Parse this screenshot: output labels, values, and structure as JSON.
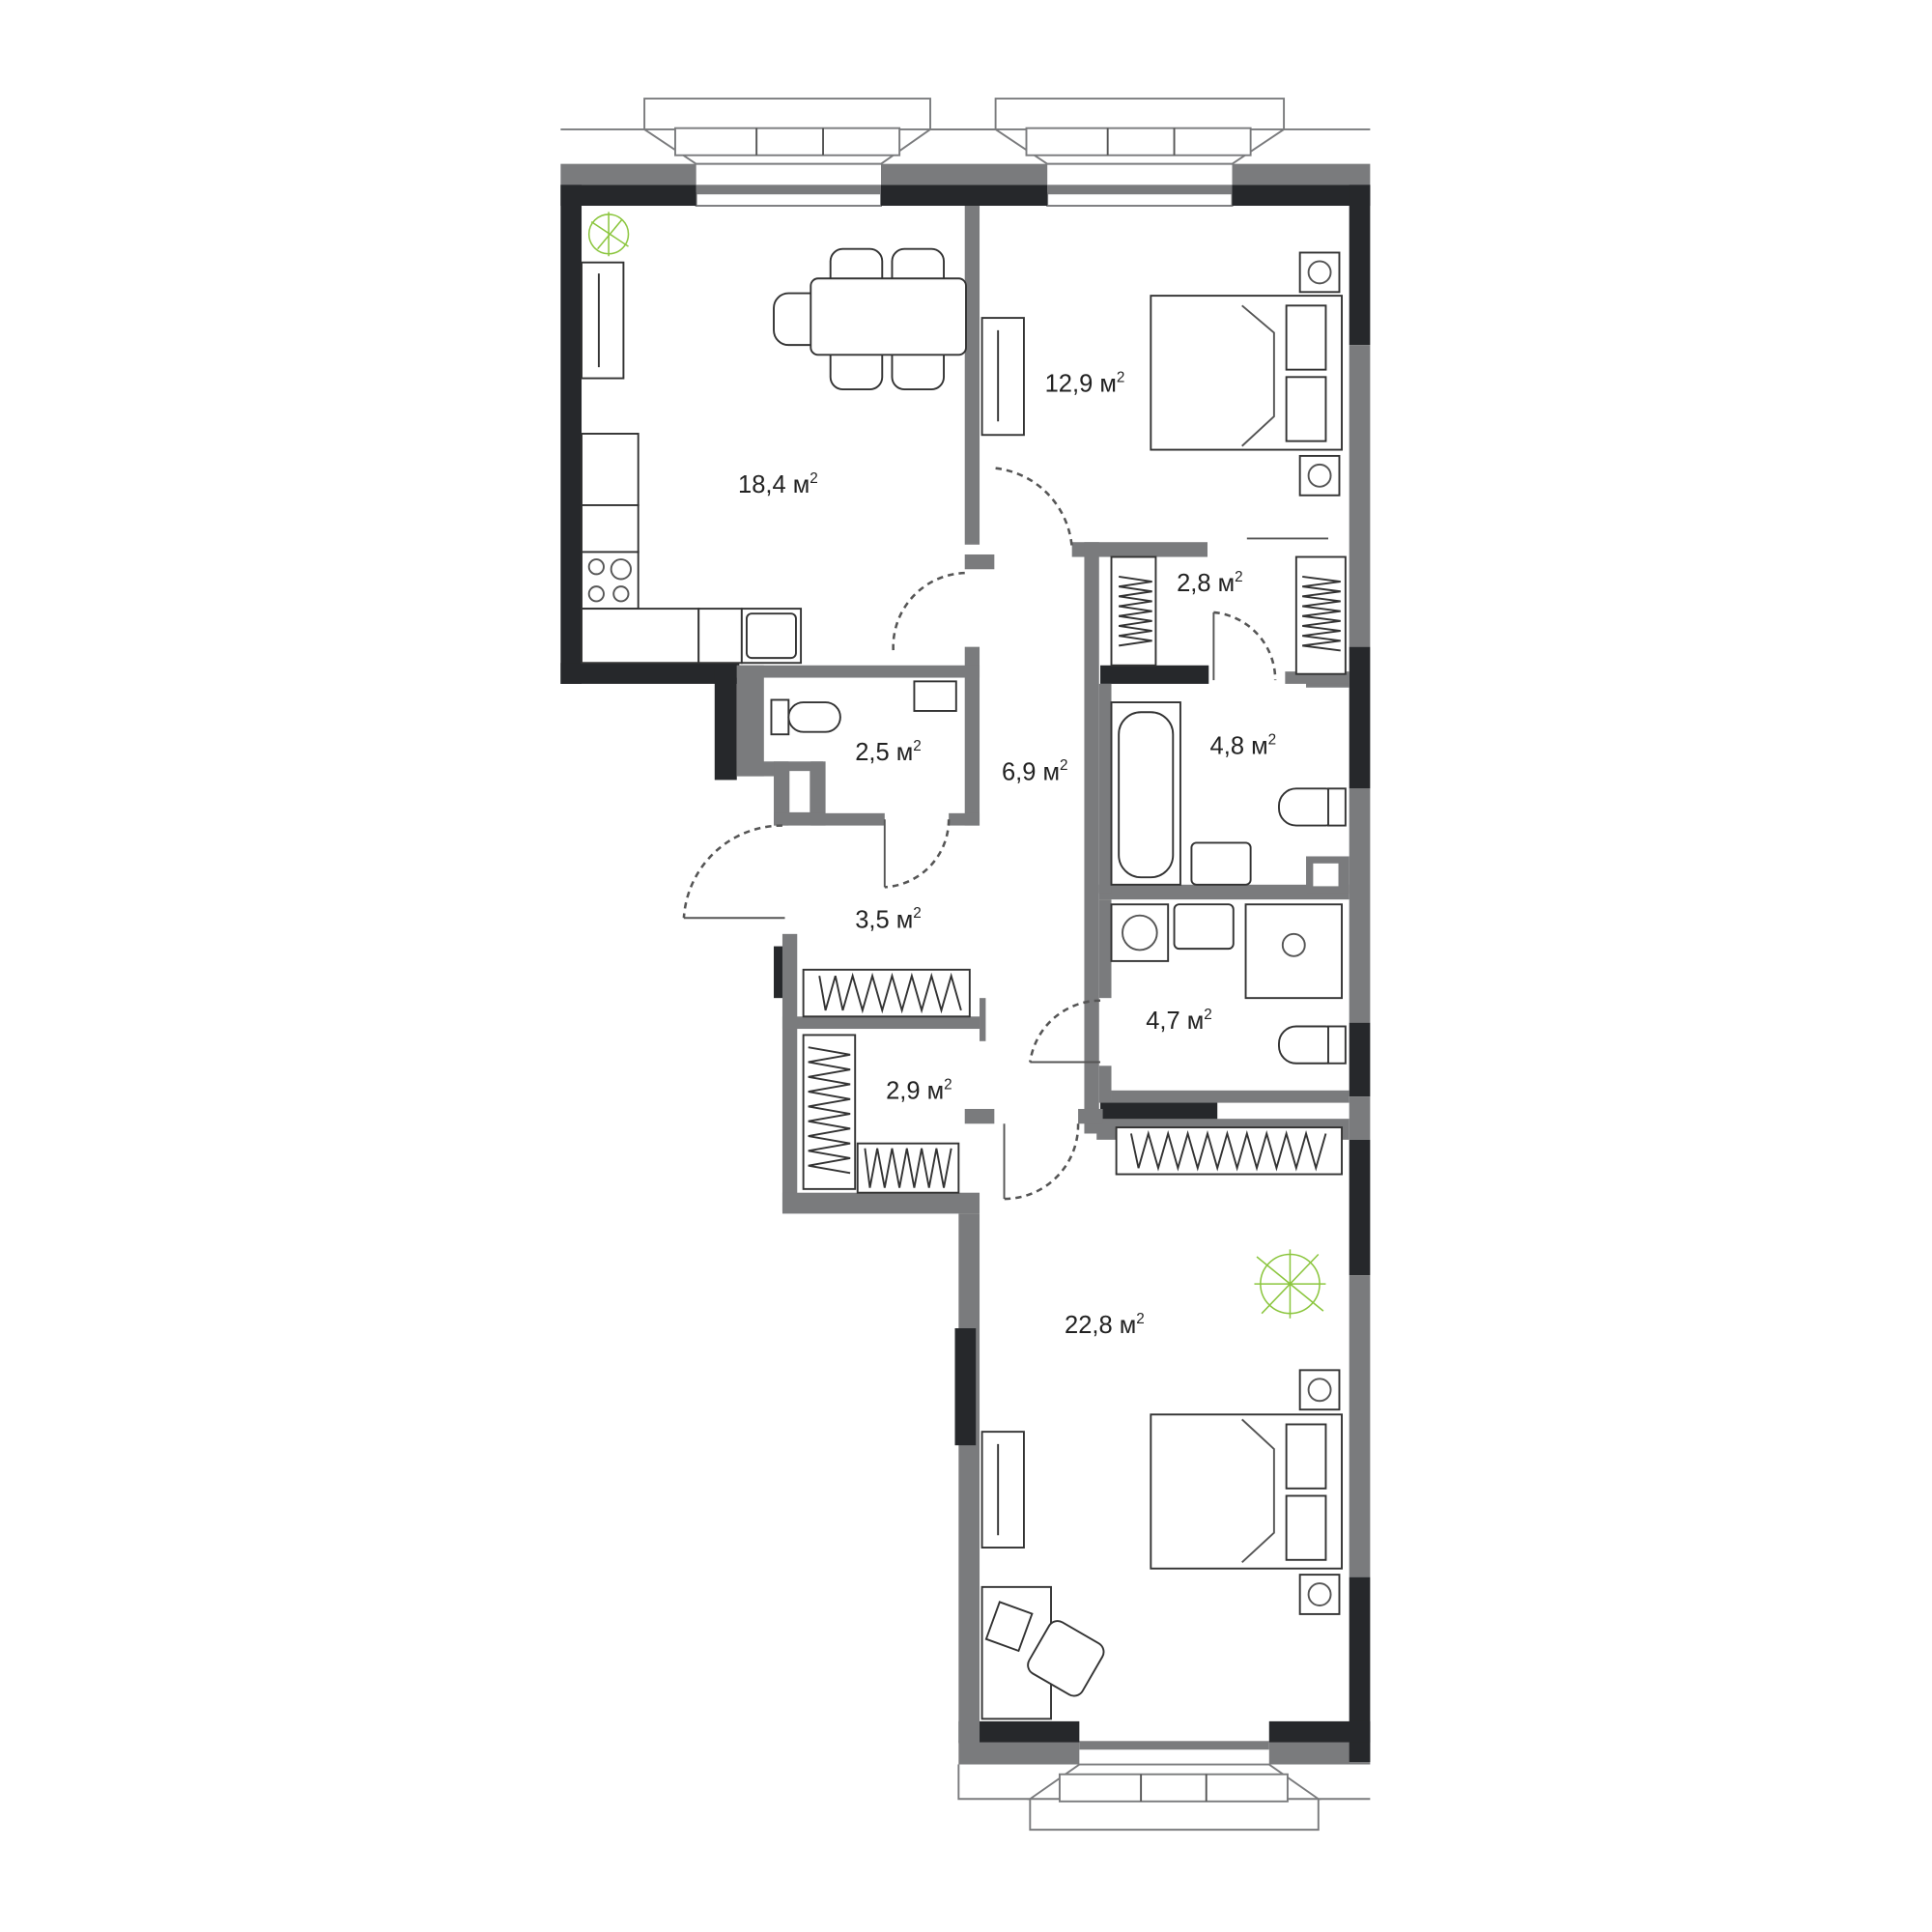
{
  "plan": {
    "rooms": [
      {
        "name": "kitchen-living",
        "area": "18,4",
        "unit": "м",
        "sup": "2"
      },
      {
        "name": "bedroom-1",
        "area": "12,9",
        "unit": "м",
        "sup": "2"
      },
      {
        "name": "wardrobe-1",
        "area": "2,8",
        "unit": "м",
        "sup": "2"
      },
      {
        "name": "bathroom-1",
        "area": "4,8",
        "unit": "м",
        "sup": "2"
      },
      {
        "name": "toilet",
        "area": "2,5",
        "unit": "м",
        "sup": "2"
      },
      {
        "name": "hallway",
        "area": "6,9",
        "unit": "м",
        "sup": "2"
      },
      {
        "name": "entrance",
        "area": "3,5",
        "unit": "м",
        "sup": "2"
      },
      {
        "name": "bathroom-2",
        "area": "4,7",
        "unit": "м",
        "sup": "2"
      },
      {
        "name": "wardrobe-2",
        "area": "2,9",
        "unit": "м",
        "sup": "2"
      },
      {
        "name": "bedroom-2",
        "area": "22,8",
        "unit": "м",
        "sup": "2"
      }
    ],
    "colors": {
      "wall_outer": "#26282b",
      "wall_inner": "#7a7b7d",
      "plant": "#8cc63f"
    }
  }
}
